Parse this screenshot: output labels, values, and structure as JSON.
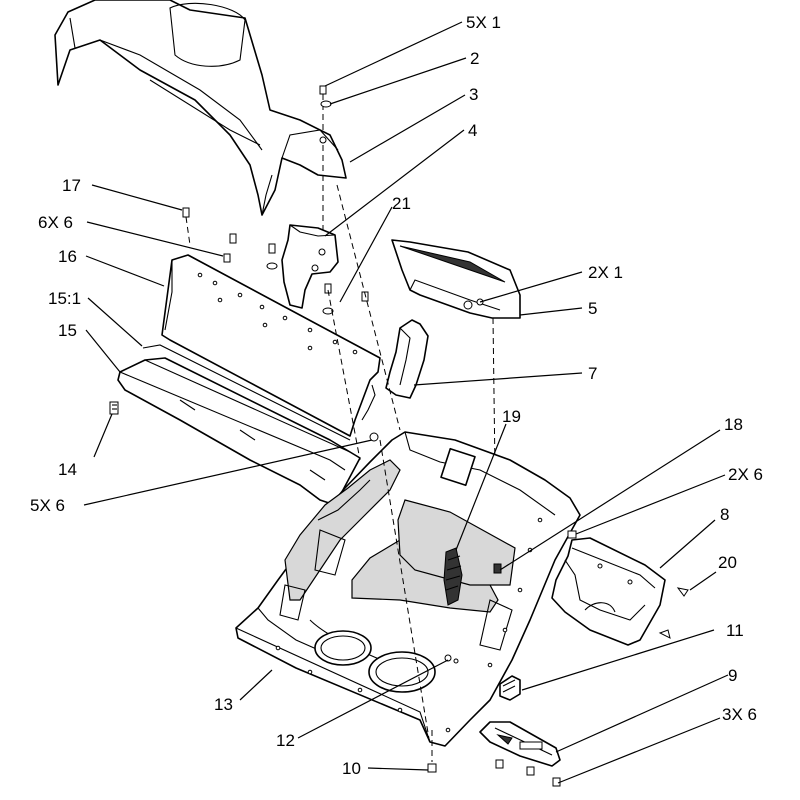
{
  "callouts": [
    {
      "id": "c-5x1",
      "text": "5X 1"
    },
    {
      "id": "c-2",
      "text": "2"
    },
    {
      "id": "c-3",
      "text": "3"
    },
    {
      "id": "c-4",
      "text": "4"
    },
    {
      "id": "c-17",
      "text": "17"
    },
    {
      "id": "c-21",
      "text": "21"
    },
    {
      "id": "c-6x6",
      "text": "6X 6"
    },
    {
      "id": "c-16",
      "text": "16"
    },
    {
      "id": "c-2x1",
      "text": "2X 1"
    },
    {
      "id": "c-5",
      "text": "5"
    },
    {
      "id": "c-15-1",
      "text": "15:1"
    },
    {
      "id": "c-15",
      "text": "15"
    },
    {
      "id": "c-7",
      "text": "7"
    },
    {
      "id": "c-19",
      "text": "19"
    },
    {
      "id": "c-18",
      "text": "18"
    },
    {
      "id": "c-14",
      "text": "14"
    },
    {
      "id": "c-2x6",
      "text": "2X 6"
    },
    {
      "id": "c-5x6",
      "text": "5X 6"
    },
    {
      "id": "c-8",
      "text": "8"
    },
    {
      "id": "c-20",
      "text": "20"
    },
    {
      "id": "c-11",
      "text": "11"
    },
    {
      "id": "c-13",
      "text": "13"
    },
    {
      "id": "c-9",
      "text": "9"
    },
    {
      "id": "c-12",
      "text": "12"
    },
    {
      "id": "c-3x6",
      "text": "3X 6"
    },
    {
      "id": "c-10",
      "text": "10"
    }
  ]
}
